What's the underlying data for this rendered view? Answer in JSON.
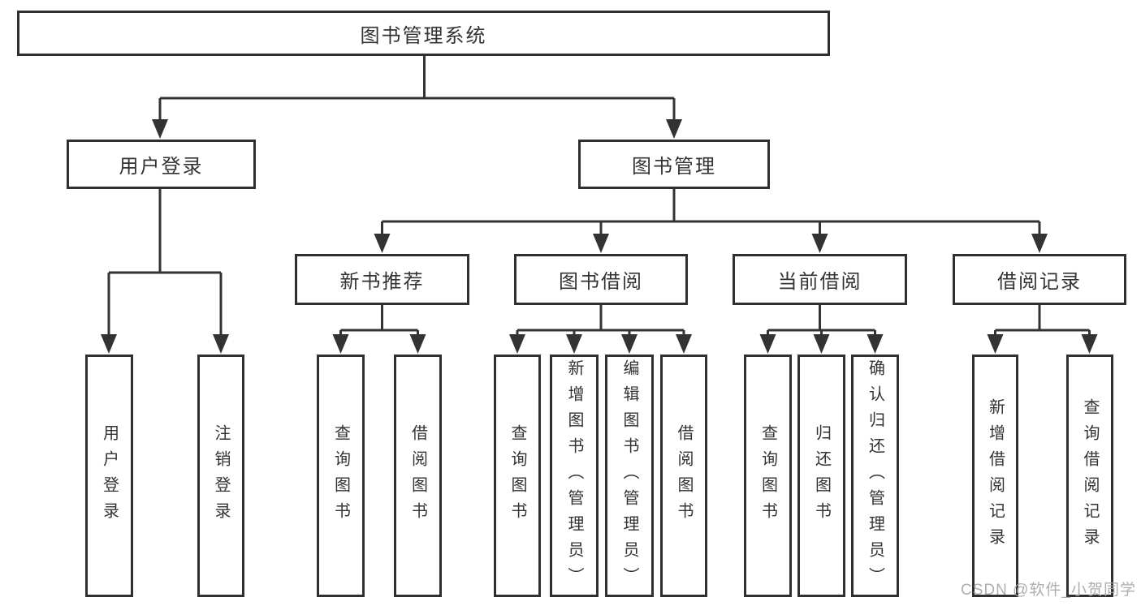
{
  "diagram": {
    "root": "图书管理系统",
    "level1": [
      {
        "label": "用户登录"
      },
      {
        "label": "图书管理"
      }
    ],
    "level2": [
      {
        "label": "新书推荐"
      },
      {
        "label": "图书借阅"
      },
      {
        "label": "当前借阅"
      },
      {
        "label": "借阅记录"
      }
    ],
    "leaves": {
      "user_login": [
        "用户登录",
        "注销登录"
      ],
      "new_books": [
        "查询图书",
        "借阅图书"
      ],
      "book_borrow": [
        "查询图书",
        "新增图书（管理员）",
        "编辑图书（管理员）",
        "借阅图书"
      ],
      "current_borrow": [
        "查询图书",
        "归还图书",
        "确认归还（管理员）"
      ],
      "borrow_records": [
        "新增借阅记录",
        "查询借阅记录"
      ]
    }
  },
  "watermark": "CSDN @软件_小贺同学",
  "colors": {
    "line": "#333333",
    "border": "#2f2f2f",
    "text": "#333333",
    "watermark": "#a5a5a5",
    "background": "#ffffff"
  }
}
